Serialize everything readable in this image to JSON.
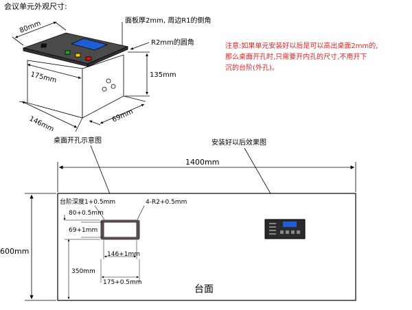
{
  "header": {
    "title": "会议单元外观尺寸:"
  },
  "unit": {
    "dim_width": "80mm",
    "dim_top_length": "175mm",
    "dim_bottom_length": "146mm",
    "dim_height": "135mm",
    "dim_depth": "69mm",
    "callout_panel": "面板厚2mm, 周边R1的倒角",
    "callout_corner": "R2mm的圆角",
    "colors": {
      "panel": "#4a4a4a",
      "screen": "#1e5fd8",
      "green": "#22aa22",
      "yellow": "#f2d400",
      "red": "#dd1111"
    }
  },
  "note": {
    "line1": "注意:如果单元安装好以后是可以高出桌面2mm的,",
    "line2": "那么桌面开孔时,只需要开内孔的尺寸,不用开下",
    "line3": "沉的台阶(外孔)。",
    "color": "#e02020"
  },
  "labels": {
    "hole_diagram": "桌面开孔示意图",
    "installed_effect": "安装好以后效果图"
  },
  "table": {
    "dim_length": "1400mm",
    "dim_height": "600mm",
    "step_depth": "台阶深度1+0.5mm",
    "corner": "4-R2+0.5mm",
    "outer_h": "80+0.5mm",
    "inner_h": "69+1mm",
    "inner_w": "146+1mm",
    "outer_w": "175+0.5mm",
    "edge_offset": "350mm",
    "surface_label": "台面"
  }
}
